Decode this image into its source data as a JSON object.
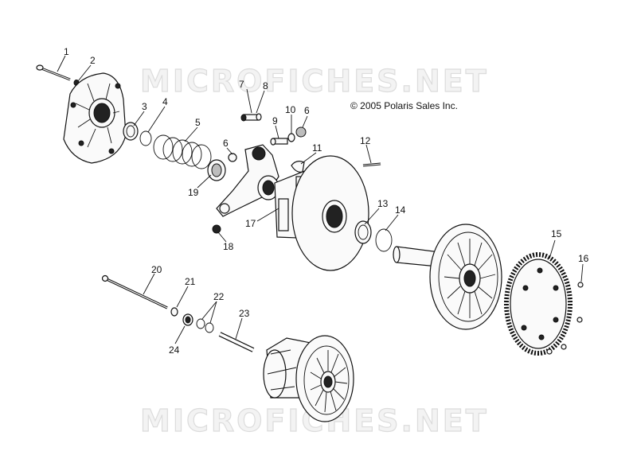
{
  "watermark_top": "MICROFICHES.NET",
  "watermark_bottom": "MICROFICHES.NET",
  "copyright": "© 2005 Polaris Sales Inc.",
  "callouts": {
    "c1": "1",
    "c2": "2",
    "c3": "3",
    "c4": "4",
    "c5": "5",
    "c6a": "6",
    "c6b": "6",
    "c7": "7",
    "c8": "8",
    "c9": "9",
    "c10": "10",
    "c11": "11",
    "c12": "12",
    "c13": "13",
    "c14": "14",
    "c15": "15",
    "c16": "16",
    "c17": "17",
    "c18": "18",
    "c19": "19",
    "c20": "20",
    "c21": "21",
    "c22": "22",
    "c23": "23",
    "c24": "24"
  }
}
